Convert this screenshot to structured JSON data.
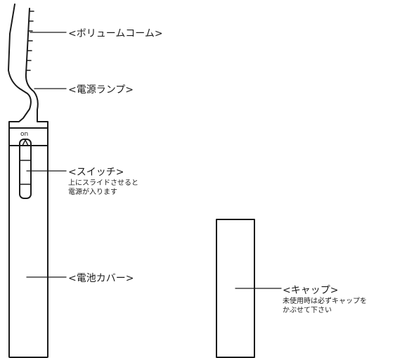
{
  "labels": {
    "comb": {
      "title": "<ボリュームコーム>"
    },
    "lamp": {
      "title": "<電源ランプ>"
    },
    "switch": {
      "title": "<スイッチ>",
      "desc": [
        "上にスライドさせると",
        "電源が入ります"
      ]
    },
    "battery": {
      "title": "<電池カバー>"
    },
    "cap": {
      "title": "<キャップ>",
      "desc": [
        "未使用時は必ずキャップを",
        "かぶせて下さい"
      ]
    }
  },
  "switch_marking": "on",
  "colors": {
    "line": "#1a1a1a",
    "background": "#ffffff"
  }
}
